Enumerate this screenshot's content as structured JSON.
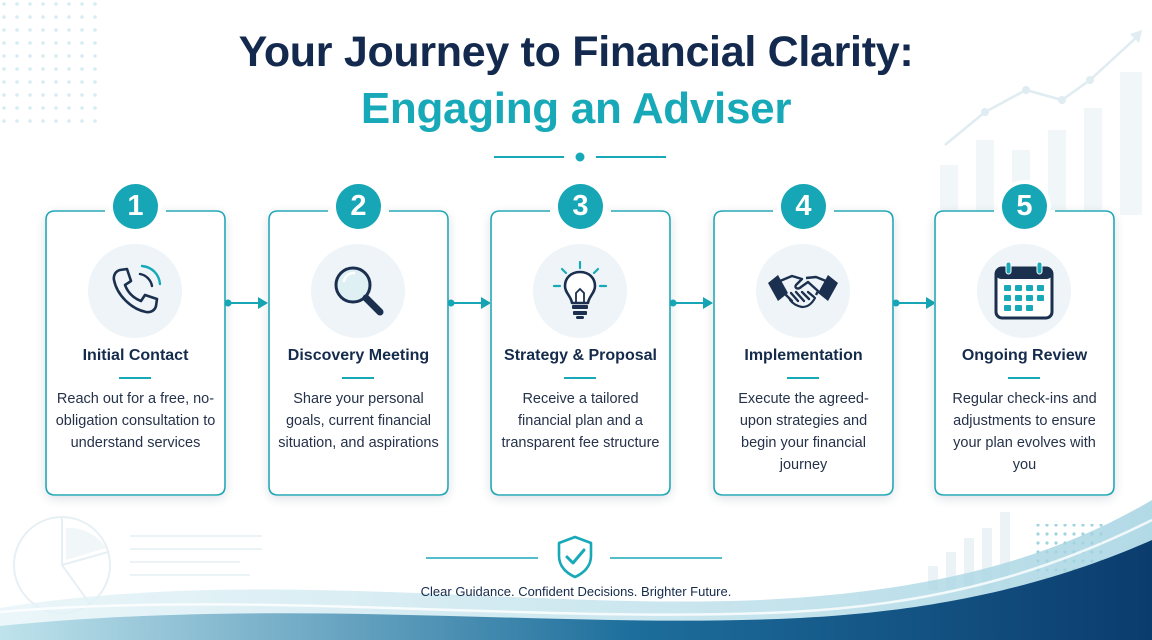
{
  "title": {
    "line1": "Your Journey to Financial Clarity:",
    "line2": "Engaging an Adviser"
  },
  "colors": {
    "navy": "#132a4e",
    "teal": "#18a9b8",
    "deep_blue": "#0d3f73"
  },
  "steps": [
    {
      "number": "1",
      "icon": "phone-icon",
      "title": "Initial Contact",
      "description": "Reach out for a free, no-obligation consultation to understand services"
    },
    {
      "number": "2",
      "icon": "magnifying-glass-icon",
      "title": "Discovery Meeting",
      "description": "Share your personal goals, current financial situation, and aspirations"
    },
    {
      "number": "3",
      "icon": "lightbulb-icon",
      "title": "Strategy & Proposal",
      "description": "Receive a tailored financial plan and a transparent fee structure"
    },
    {
      "number": "4",
      "icon": "handshake-icon",
      "title": "Implementation",
      "description": "Execute the agreed-upon strategies and begin your financial journey"
    },
    {
      "number": "5",
      "icon": "calendar-icon",
      "title": "Ongoing Review",
      "description": "Regular check-ins and adjustments to ensure your plan evolves with you"
    }
  ],
  "footer": {
    "icon": "shield-check-icon",
    "tagline": "Clear Guidance. Confident Decisions. Brighter Future."
  }
}
